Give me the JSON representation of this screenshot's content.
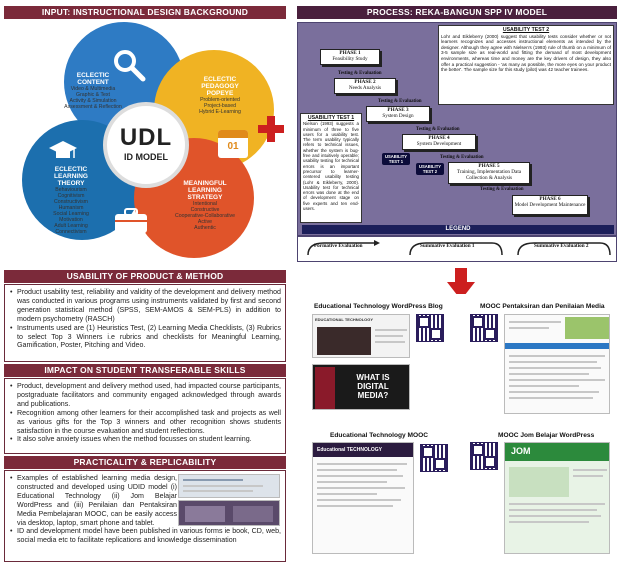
{
  "headers": {
    "input": "INPUT: INSTRUCTIONAL DESIGN BACKGROUND",
    "process": "PROCESS: REKA-BANGUN SPP IV MODEL",
    "usability": "USABILITY OF PRODUCT & METHOD",
    "impact": "IMPACT ON STUDENT TRANSFERABLE SKILLS",
    "practicality": "PRACTICALITY & REPLICABILITY"
  },
  "udl": {
    "core_big": "UDL",
    "core_small": "ID MODEL",
    "content": {
      "title": "ECLECTIC CONTENT",
      "lines": [
        "Video & Multimedia",
        "Graphic & Text",
        "Activity & Simulation",
        "Assessment & Reflection"
      ]
    },
    "pedagogy": {
      "title": "ECLECTIC PEDAGOGY POPEYE",
      "lines": [
        "Problem-oriented",
        "Project-based",
        "Hybrid E-Learning"
      ]
    },
    "theory": {
      "title": "ECLECTIC LEARNING THEORY",
      "lines": [
        "Behaviourism",
        "Cognitivism",
        "Constructivism",
        "Humanism",
        "Social Learning",
        "Motivation",
        "Adult Learning",
        "Connectivism"
      ]
    },
    "strategy": {
      "title": "MEANINGFUL LEARNING STRATEGY",
      "lines": [
        "Intentional",
        "Constructive",
        "Cooperative-Collaborative",
        "Active",
        "Authentic"
      ]
    },
    "calendar_num": "01"
  },
  "spp": {
    "phases": [
      {
        "title": "PHASE 1",
        "sub": "Feasibility Study"
      },
      {
        "title": "PHASE 2",
        "sub": "Needs Analysis"
      },
      {
        "title": "PHASE 3",
        "sub": "System Design"
      },
      {
        "title": "PHASE 4",
        "sub": "System Development"
      },
      {
        "title": "PHASE 5",
        "sub": "Training, Implementation Data Collection & Analysis"
      },
      {
        "title": "PHASE 6",
        "sub": "Model Development Maintenance"
      }
    ],
    "te_label": "Testing & Evaluation",
    "ut2_title": "USABILITY TEST 2",
    "ut2_text": "Lohr and Eikleberry (2000) suggest that usability tests consider whether or not learners recognizes and accesses instructional elements as intended by the designer. Although they agree with Nielsen's (1993) rule of thumb on a minimum of 3-5 sample size as real-world and fitting the demand of most development environments, whereas time and money are the key drivers of design, they also offer a practical suggestion - 'as many as possible, the more eyes on your product the better'. The sample size for this study (pilot) was 42 teacher trainees.",
    "ut1_title": "USABILITY TEST 1",
    "ut1_text": "Nielson (1993) suggests a minimum of three to five users for a usability test. The term usability typically refers to technical issues, whether the system is bug-free and intuitively operable; usability testing for technical errors is an important precursor to learner-centered usability testing (Lohr & Eikleberry, 2000). Usability test for technical errors was done at the end of development stage on five experts and ten end-users.",
    "tag1": "USABILITY TEST 1",
    "tag2": "USABILITY TEST 2",
    "legend_title": "LEGEND",
    "legend_items": [
      "Formative Evaluation",
      "Summative Evaluation 1",
      "Summative Evaluation 2"
    ]
  },
  "usability_items": [
    "Product usability test, reliability and validity of the development and delivery method was conducted  in various programs using instruments validated by first and second generation statistical method (SPSS, SEM-AMOS & SEM-PLS) in addition to modern psychometry (RASCH)",
    "Instruments used are (1) Heuristics Test, (2) Learning Media Checklists, (3) Rubrics to select Top 3 Winners i.e rubrics and checklists  for Meaningful Learning, Gamification, Poster, Pitching and Video."
  ],
  "impact_items": [
    "Product, development and delivery method used, had impacted course participants, postgraduate facilitators and community engaged acknowledged through awards and publications.",
    "Recognition among other learners for their accomplished task and projects as well as various gifts for the Top 3 winners and other recognition shows students satisfaction in the course evaluation and student reflections.",
    "It also solve anxiety issues when the method focusses on student learning."
  ],
  "practicality_items": [
    "Examples of established learning media design, constructed and developed using UDID model (i) Educational Technology (ii) Jom Belajar WordPress and (iii) Penilaian dan Pentaksiran Media Pembelajaran  MOOC, can be easily  access via desktop, laptop, smart phone and tablet.",
    "ID and development model have been published in various forms ie book, CD, web, social media etc to facilitate replications and knowledge dissemination"
  ],
  "thumbs": {
    "blog": "Educational Technology WordPress  Blog",
    "mooc_penilaian": "MOOC Pentaksiran dan Penilaian Media",
    "mooc_edtech": "Educational Technology MOOC",
    "jom": "MOOC Jom Belajar WordPress",
    "blog_banner": "EDUCATIONAL TECHNOLOGY",
    "digital_media": "WHAT IS DIGITAL MEDIA?",
    "mooc_banner": "Educational TECHNOLOGY",
    "jom_banner": "JOM"
  },
  "colors": {
    "header": "#7b2a3a",
    "spp_bg": "#7a6f9c",
    "content": "#2e7bc4",
    "pedagogy": "#f0b323",
    "theory": "#1c6fae",
    "strategy": "#e0542a",
    "plus": "#cc1f1f"
  }
}
